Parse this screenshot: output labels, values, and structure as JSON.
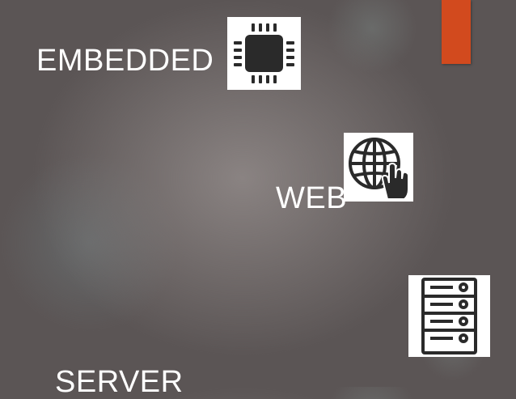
{
  "slide": {
    "labels": {
      "embedded": "EMBEDDED",
      "web": "WEB",
      "server": "SERVER"
    },
    "icons": [
      "microchip-icon",
      "globe-touch-icon",
      "server-rack-icon"
    ],
    "colors": {
      "background": "#5b5555",
      "accent_bar": "#d24a1e",
      "text": "#ffffff",
      "icon_fill": "#2a2a2a",
      "icon_bg": "#ffffff"
    }
  }
}
